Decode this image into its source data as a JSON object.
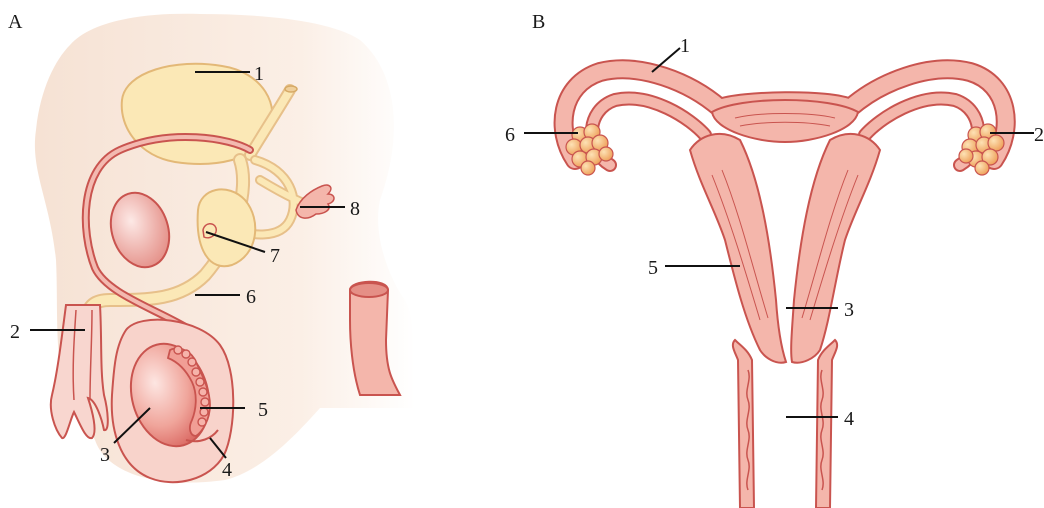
{
  "panels": {
    "a": {
      "letter": "A",
      "labels": [
        "1",
        "2",
        "3",
        "4",
        "5",
        "6",
        "7",
        "8"
      ]
    },
    "b": {
      "letter": "B",
      "labels": [
        "1",
        "2",
        "3",
        "4",
        "5",
        "6"
      ]
    }
  },
  "colors": {
    "background_tissue": "#fbeee4",
    "yellow_organ": "#fbe8b6",
    "pink_tissue": "#f4b6ab",
    "outline": "#c9544f",
    "ovary_follicle": "#f7c07e"
  }
}
